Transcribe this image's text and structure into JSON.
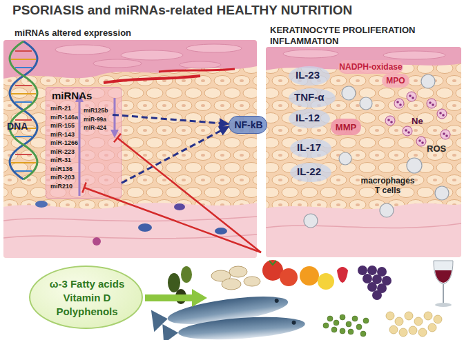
{
  "diagram": {
    "title": "PSORIASIS and miRNAs-related HEALTHY NUTRITION",
    "nodes": [
      {
        "text": [
          "miRNAs altered expression"
        ]
      },
      {
        "text": [
          "miRNAs",
          "miR-21 miR-146a miR-155 miR-143 miR-1266 miR-223 miR-31 miR136 miR-203 miR210"
        ],
        "in": 0
      },
      {
        "text": [
          "miR125b miR-99a miR-424"
        ],
        "in": 1
      },
      {
        "text": [
          "KERATINOCYTE PROLIFERATION INFLAMMATION"
        ]
      },
      {
        "text": [
          "NF-kB"
        ]
      },
      {
        "text": [
          "NADPH-oxidase"
        ],
        "in": 3
      },
      {
        "text": [
          "MPO"
        ],
        "in": 3
      },
      {
        "text": [
          "MMP"
        ],
        "in": 3
      },
      {
        "text": [
          "ω-3 Fatty acids Vitamin D Polyphenols"
        ]
      }
    ],
    "edges": [
      {
        "from": 2,
        "to": 4,
        "arrow": "to"
      },
      {
        "from": 1,
        "to": 4,
        "arrow": "to"
      }
    ],
    "labels": [
      "DNA",
      "IL-23",
      "TNF-α",
      "IL-12",
      "IL-17",
      "IL-22",
      "Ne",
      "ROS",
      "macrophages T cells"
    ]
  }
}
